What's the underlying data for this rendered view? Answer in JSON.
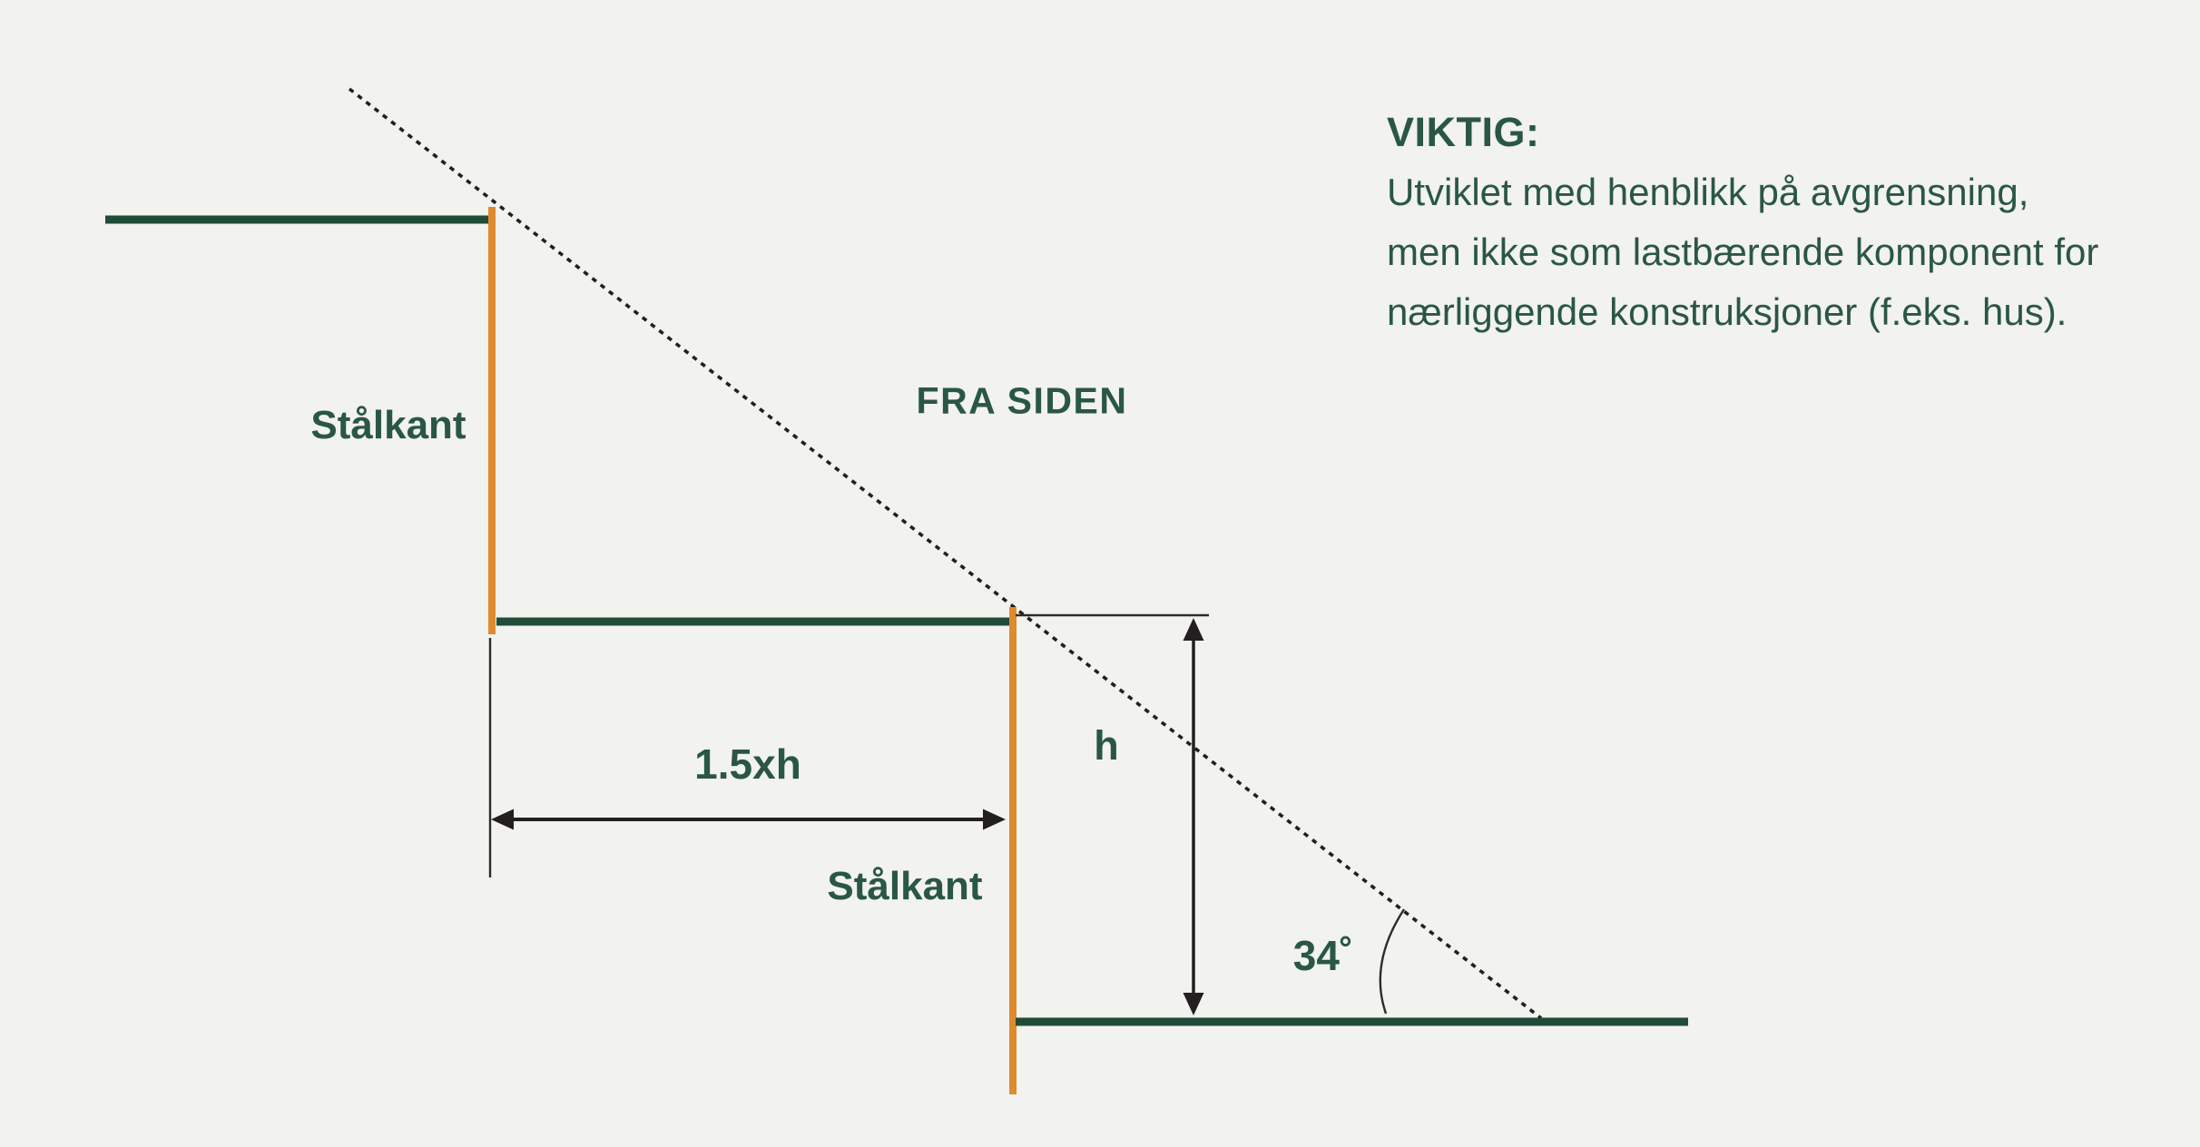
{
  "colors": {
    "bg": "#F2F2EF",
    "line-green": "#204B37",
    "text-green": "#2A5745",
    "steel-orange": "#E08A30",
    "ink": "#231F20"
  },
  "diagram": {
    "view_label": "FRA SIDEN",
    "steel_edge_label_upper": "Stålkant",
    "steel_edge_label_lower": "Stålkant",
    "width_dimension": "1.5xh",
    "height_dimension": "h",
    "slope_angle": "34˚"
  },
  "note": {
    "heading": "VIKTIG:",
    "lines": [
      "Utviklet med henblikk på avgrensning,",
      "men ikke som lastbærende komponent for",
      "nærliggende konstruksjoner (f.eks. hus)."
    ]
  }
}
